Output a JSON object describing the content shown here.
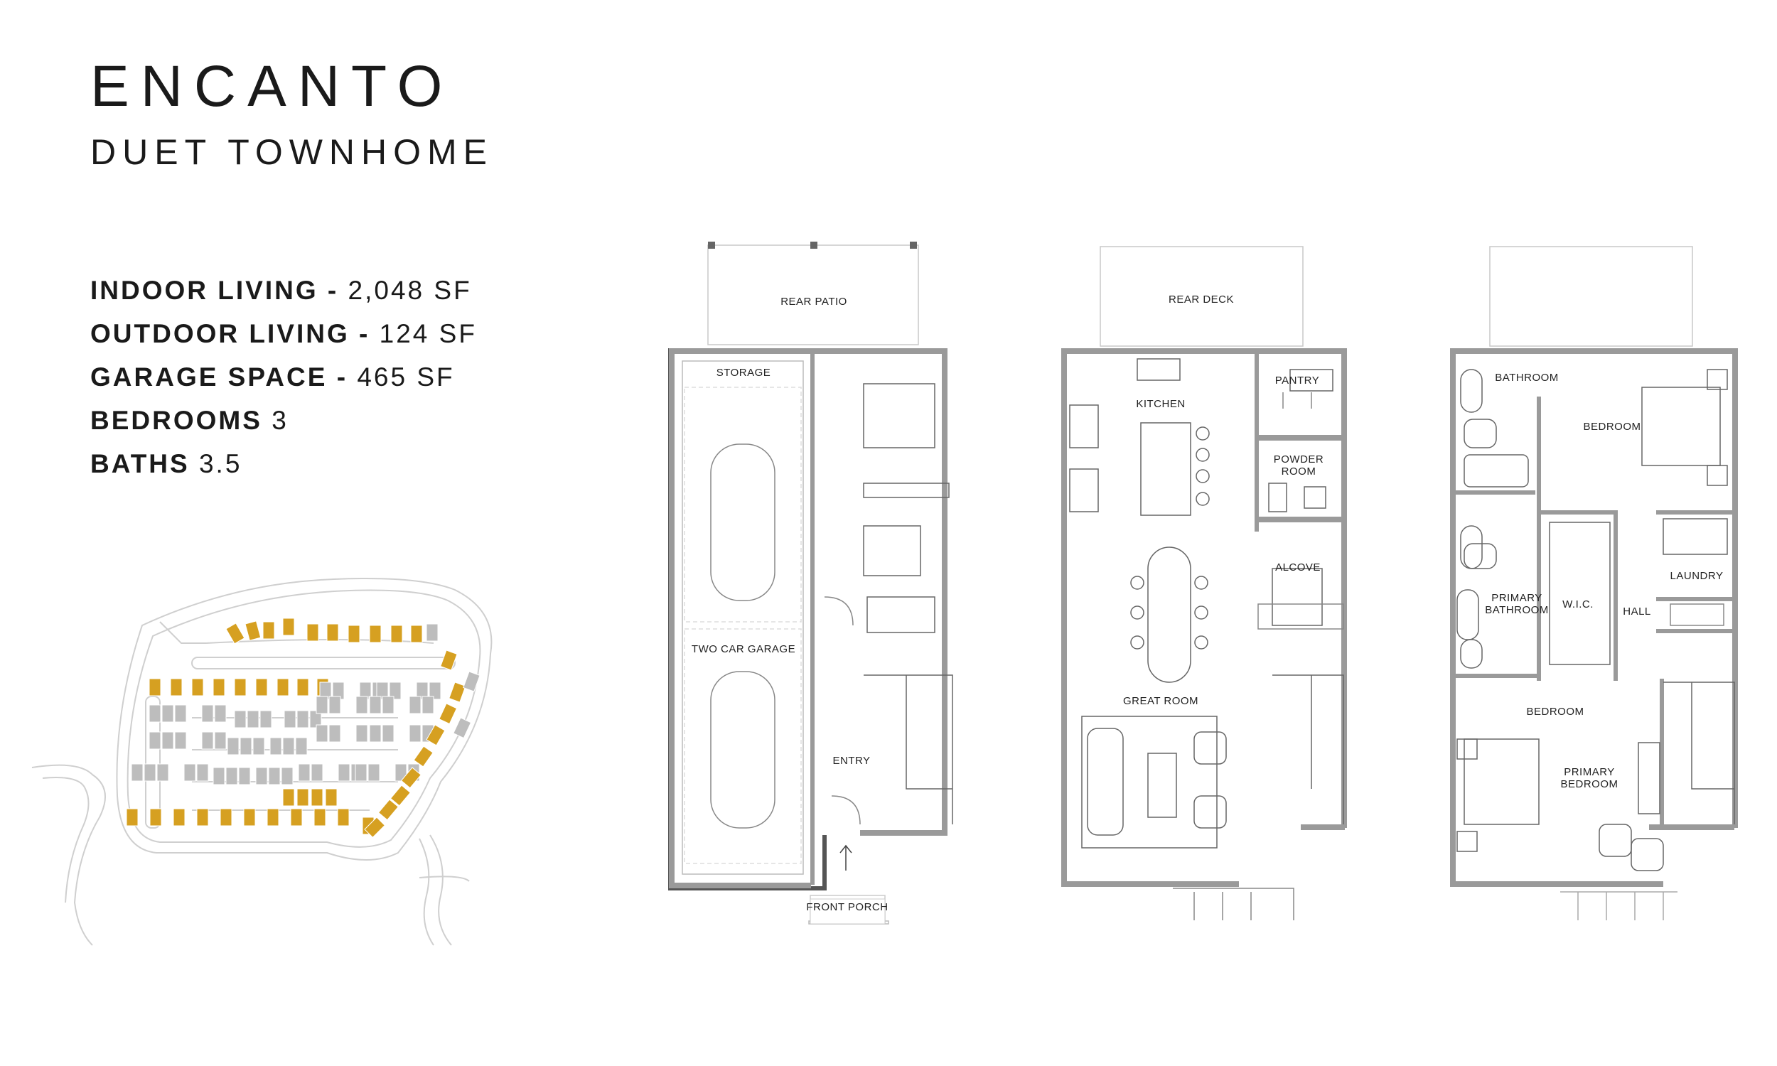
{
  "header": {
    "title": "ENCANTO",
    "subtitle": "DUET TOWNHOME"
  },
  "stats": [
    {
      "label": "INDOOR LIVING",
      "sep": " - ",
      "value": "2,048 SF"
    },
    {
      "label": "OUTDOOR LIVING",
      "sep": " - ",
      "value": "124 SF"
    },
    {
      "label": "GARAGE SPACE",
      "sep": " - ",
      "value": "465 SF"
    },
    {
      "label": "BEDROOMS",
      "sep": " ",
      "value": "3"
    },
    {
      "label": "BATHS",
      "sep": " ",
      "value": "3.5"
    }
  ],
  "site_plan": {
    "highlight_color": "#d6a021",
    "unit_color": "#bdbdbd"
  },
  "plans": {
    "first": {
      "rear_patio": "REAR PATIO",
      "storage": "STORAGE",
      "garage": "TWO CAR GARAGE",
      "entry": "ENTRY",
      "front_porch": "FRONT PORCH"
    },
    "second": {
      "rear_deck": "REAR DECK",
      "pantry": "PANTRY",
      "kitchen": "KITCHEN",
      "powder_1": "POWDER",
      "powder_2": "ROOM",
      "alcove": "ALCOVE",
      "great_room": "GREAT ROOM"
    },
    "third": {
      "bathroom": "BATHROOM",
      "bedroom_a": "BEDROOM",
      "laundry": "LAUNDRY",
      "primary_bath_1": "PRIMARY",
      "primary_bath_2": "BATHROOM",
      "wic": "W.I.C.",
      "hall": "HALL",
      "bedroom_b": "BEDROOM",
      "primary_bed_1": "PRIMARY",
      "primary_bed_2": "BEDROOM"
    }
  }
}
